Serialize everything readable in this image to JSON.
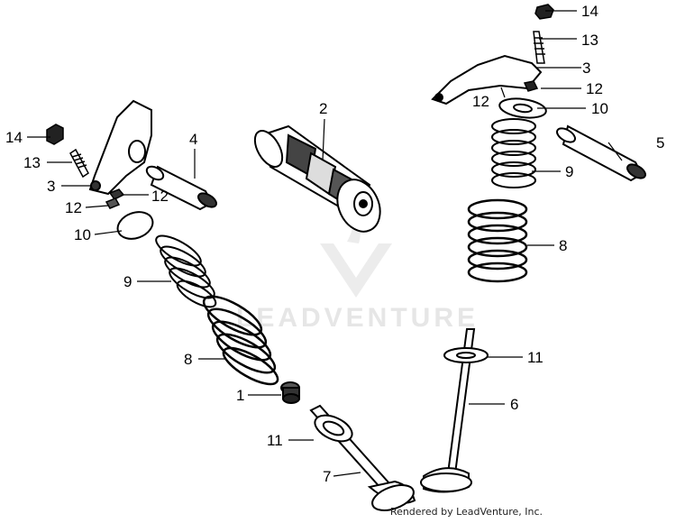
{
  "watermark": {
    "text": "LEADVENTURE"
  },
  "footer": {
    "credit": "Rendered by LeadVenture, Inc."
  },
  "callouts": {
    "l1": "1",
    "l2": "2",
    "l3a": "3",
    "l3b": "3",
    "l4": "4",
    "l5": "5",
    "l6": "6",
    "l7": "7",
    "l8a": "8",
    "l8b": "8",
    "l9a": "9",
    "l9b": "9",
    "l10a": "10",
    "l10b": "10",
    "l11a": "11",
    "l11b": "11",
    "l12a": "12",
    "l12b": "12",
    "l12c": "12",
    "l12d": "12",
    "l13a": "13",
    "l13b": "13",
    "l14a": "14",
    "l14b": "14"
  }
}
